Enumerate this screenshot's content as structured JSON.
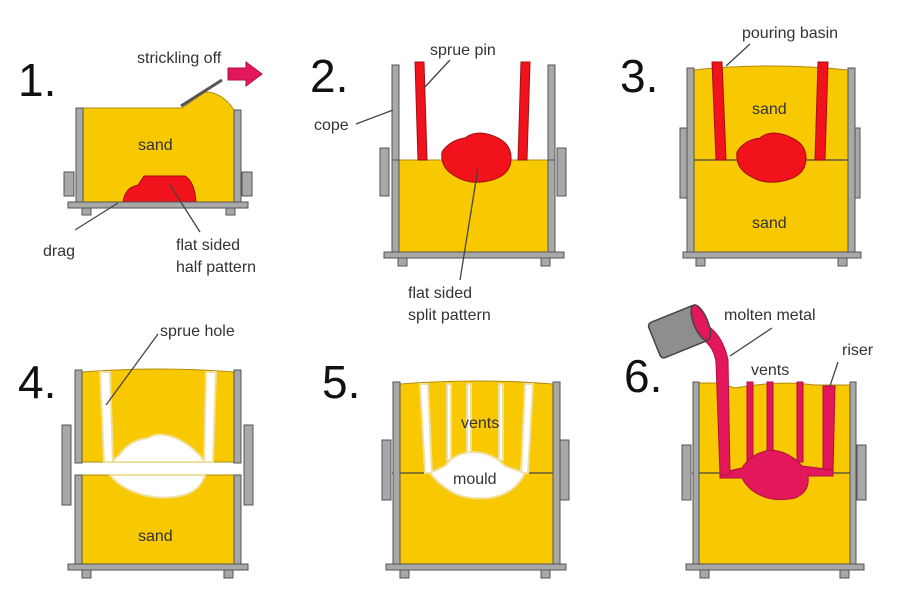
{
  "title": "Sand casting process steps",
  "colors": {
    "sand": "#f8c800",
    "pattern": "#f2121c",
    "molten_metal": "#e2185a",
    "flask": "#a8a8a8"
  },
  "steps": [
    {
      "number": "1.",
      "labels": {
        "strickling": "strickling off",
        "sand": "sand",
        "drag": "drag",
        "pattern_line1": "flat sided",
        "pattern_line2": "half pattern"
      }
    },
    {
      "number": "2.",
      "labels": {
        "sprue_pin": "sprue pin",
        "cope": "cope",
        "pattern_line1": "flat sided",
        "pattern_line2": "split pattern"
      }
    },
    {
      "number": "3.",
      "labels": {
        "pouring_basin": "pouring basin",
        "sand_top": "sand",
        "sand_bottom": "sand"
      }
    },
    {
      "number": "4.",
      "labels": {
        "sprue_hole": "sprue hole",
        "sand": "sand"
      }
    },
    {
      "number": "5.",
      "labels": {
        "vents": "vents",
        "mould": "mould"
      }
    },
    {
      "number": "6.",
      "labels": {
        "molten_metal": "molten metal",
        "vents": "vents",
        "riser": "riser"
      }
    }
  ]
}
